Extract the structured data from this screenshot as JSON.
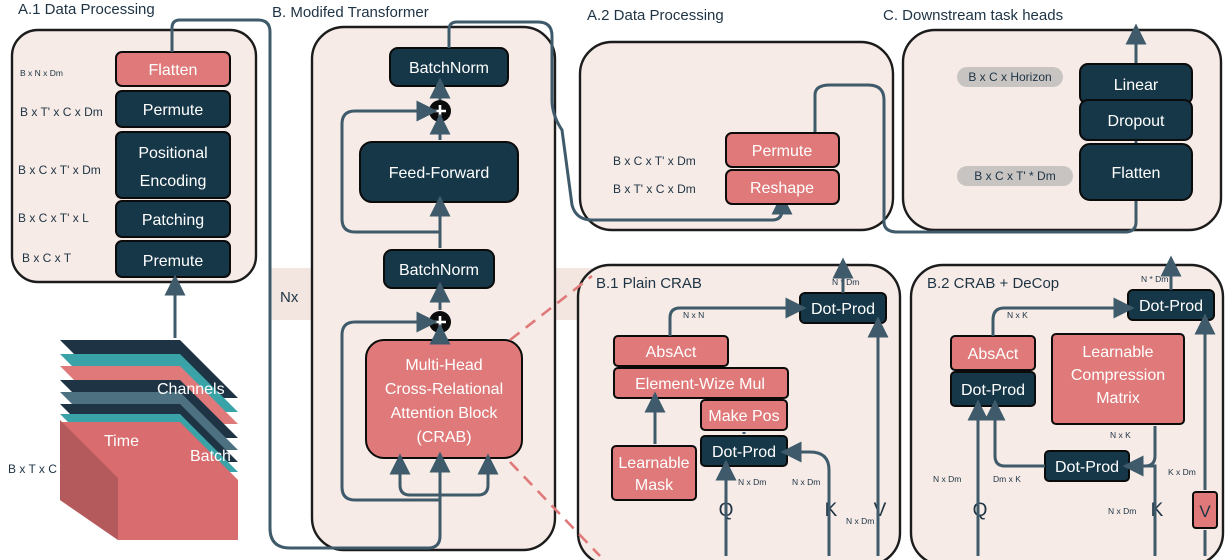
{
  "sections": {
    "a1_title": "A.1 Data Processing",
    "b_title": "B. Modifed Transformer",
    "a2_title": "A.2 Data Processing",
    "c_title": "C. Downstream task heads",
    "b1_title": "B.1 Plain CRAB",
    "b2_title": "B.2 CRAB + DeCop"
  },
  "a1": {
    "flatten": "Flatten",
    "permute": "Permute",
    "pos_enc_line1": "Positional",
    "pos_enc_line2": "Encoding",
    "patching": "Patching",
    "premute": "Premute",
    "dims": [
      "B x N x Dm",
      "B x T' x C x Dm",
      "B x C x T' x Dm",
      "B x C x T' x L",
      "B x C x T"
    ]
  },
  "input": {
    "channels": "Channels",
    "time": "Time",
    "batch": "Batch",
    "shape": "B x T x C"
  },
  "transformer": {
    "nx": "Nx",
    "batchnorm_top": "BatchNorm",
    "feed_forward": "Feed-Forward",
    "batchnorm_mid": "BatchNorm",
    "crab_lines": [
      "Multi-Head",
      "Cross-Relational",
      "Attention Block",
      "(CRAB)"
    ]
  },
  "a2": {
    "permute": "Permute",
    "reshape": "Reshape",
    "dims": [
      "B x C x T' x Dm",
      "B x T' x C x Dm"
    ]
  },
  "c": {
    "linear": "Linear",
    "dropout": "Dropout",
    "flatten": "Flatten",
    "pills": [
      "B x C x Horizon",
      "B x C x T' * Dm"
    ]
  },
  "b1": {
    "dot_prod_top": "Dot-Prod",
    "absact": "AbsAct",
    "element_mul": "Element-Wize Mul",
    "make_pos": "Make Pos",
    "dot_prod_mid": "Dot-Prod",
    "mask_line1": "Learnable",
    "mask_line2": "Mask",
    "q": "Q",
    "k": "K",
    "v": "V",
    "dims": [
      "N * Dm",
      "N x N",
      "N x Dm",
      "N x Dm",
      "N x Dm"
    ]
  },
  "b2": {
    "dot_prod_top": "Dot-Prod",
    "absact": "AbsAct",
    "dot_prod_left": "Dot-Prod",
    "lcm_lines": [
      "Learnable",
      "Compression",
      "Matrix"
    ],
    "dot_prod_bottom": "Dot-Prod",
    "q": "Q",
    "k": "K",
    "v": "V",
    "dims": [
      "N * Dm",
      "N x K",
      "N x K",
      "N x Dm",
      "Dm x K",
      "K x Dm",
      "N x Dm"
    ]
  }
}
